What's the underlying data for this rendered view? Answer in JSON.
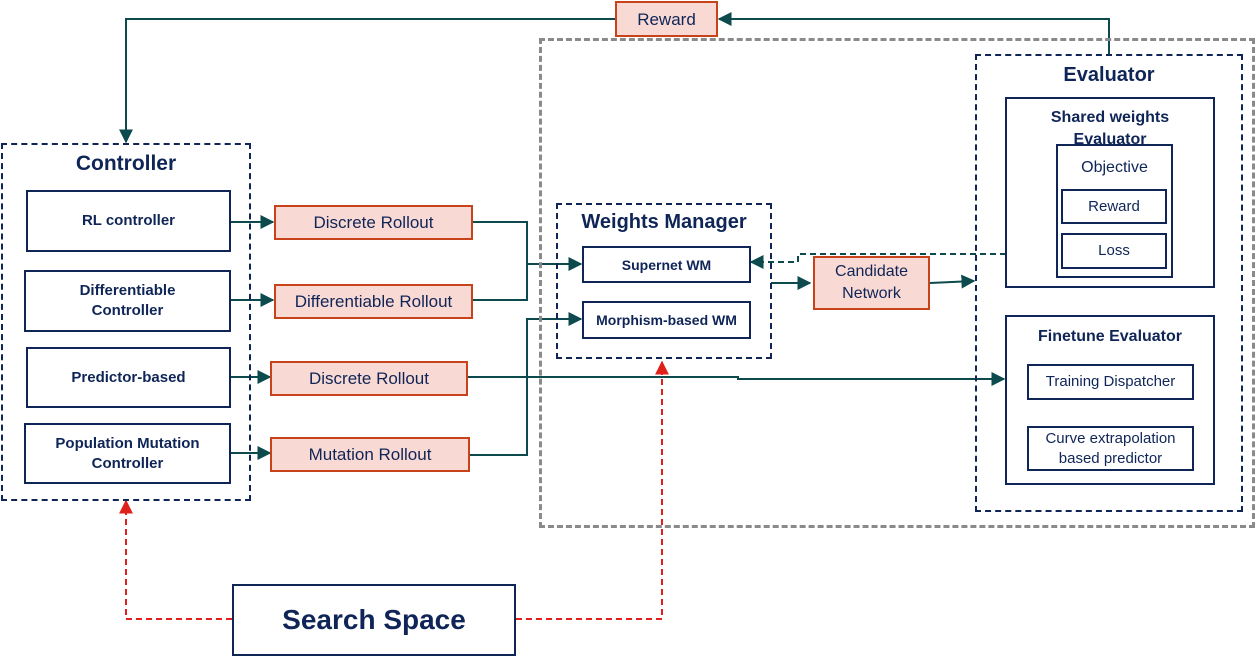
{
  "top": {
    "reward_label": "Reward"
  },
  "controller": {
    "title": "Controller",
    "items": [
      "RL controller",
      "Differentiable\nController",
      "Predictor-based",
      "Population Mutation\nController"
    ]
  },
  "rollouts": [
    "Discrete Rollout",
    "Differentiable Rollout",
    "Discrete Rollout",
    "Mutation Rollout"
  ],
  "weights_manager": {
    "title": "Weights Manager",
    "supernet": "Supernet WM",
    "morphism": "Morphism-based WM"
  },
  "candidate": "Candidate\nNetwork",
  "evaluator": {
    "title": "Evaluator",
    "shared": {
      "title": "Shared weights\nEvaluator",
      "objective": "Objective",
      "reward": "Reward",
      "loss": "Loss"
    },
    "finetune": {
      "title": "Finetune Evaluator",
      "dispatcher": "Training Dispatcher",
      "predictor": "Curve extrapolation\nbased predictor"
    }
  },
  "search_space": "Search Space",
  "colors": {
    "navy": "#0f2557",
    "teal": "#0d4a4e",
    "orange": "#c9431a",
    "pink": "#f9d9d3",
    "red": "#e0201b",
    "gray": "#8a8a8a"
  }
}
